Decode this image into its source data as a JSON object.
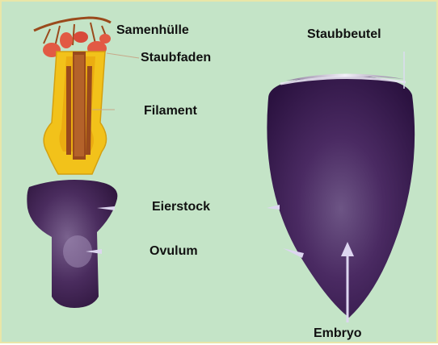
{
  "labels": {
    "samenhuelle": "Samenhülle",
    "staubfaden": "Staubfaden",
    "filament": "Filament",
    "eierstock": "Eierstock",
    "ovulum": "Ovulum",
    "staubbeutel": "Staubbeutel",
    "embryo": "Embryo"
  },
  "colors": {
    "background": "#c4e4c7",
    "frame": "#e9e6a8",
    "style_yellow": "#f2c21a",
    "style_brown": "#9a4a1c",
    "stigma_red": "#e25a44",
    "ovary_purple": "#3c1f4d",
    "seed_purple": "#3a1d4c",
    "pointer": "#ddd6f0"
  }
}
